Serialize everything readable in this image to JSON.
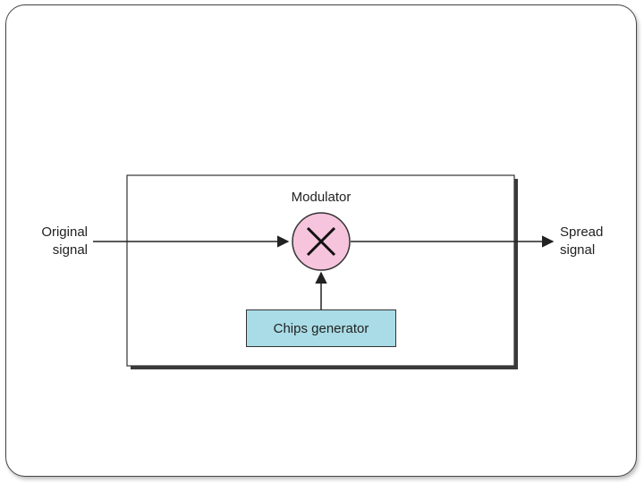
{
  "diagram": {
    "input_label": [
      "Original",
      "signal"
    ],
    "output_label": [
      "Spread",
      "signal"
    ],
    "modulator_label": "Modulator",
    "generator_label": "Chips generator",
    "modulator_symbol": "multiply-icon",
    "colors": {
      "modulator_fill": "#f6c4dc",
      "generator_fill": "#a9dce6",
      "line": "#222222",
      "box_shadow": "#3a3a3a"
    }
  }
}
